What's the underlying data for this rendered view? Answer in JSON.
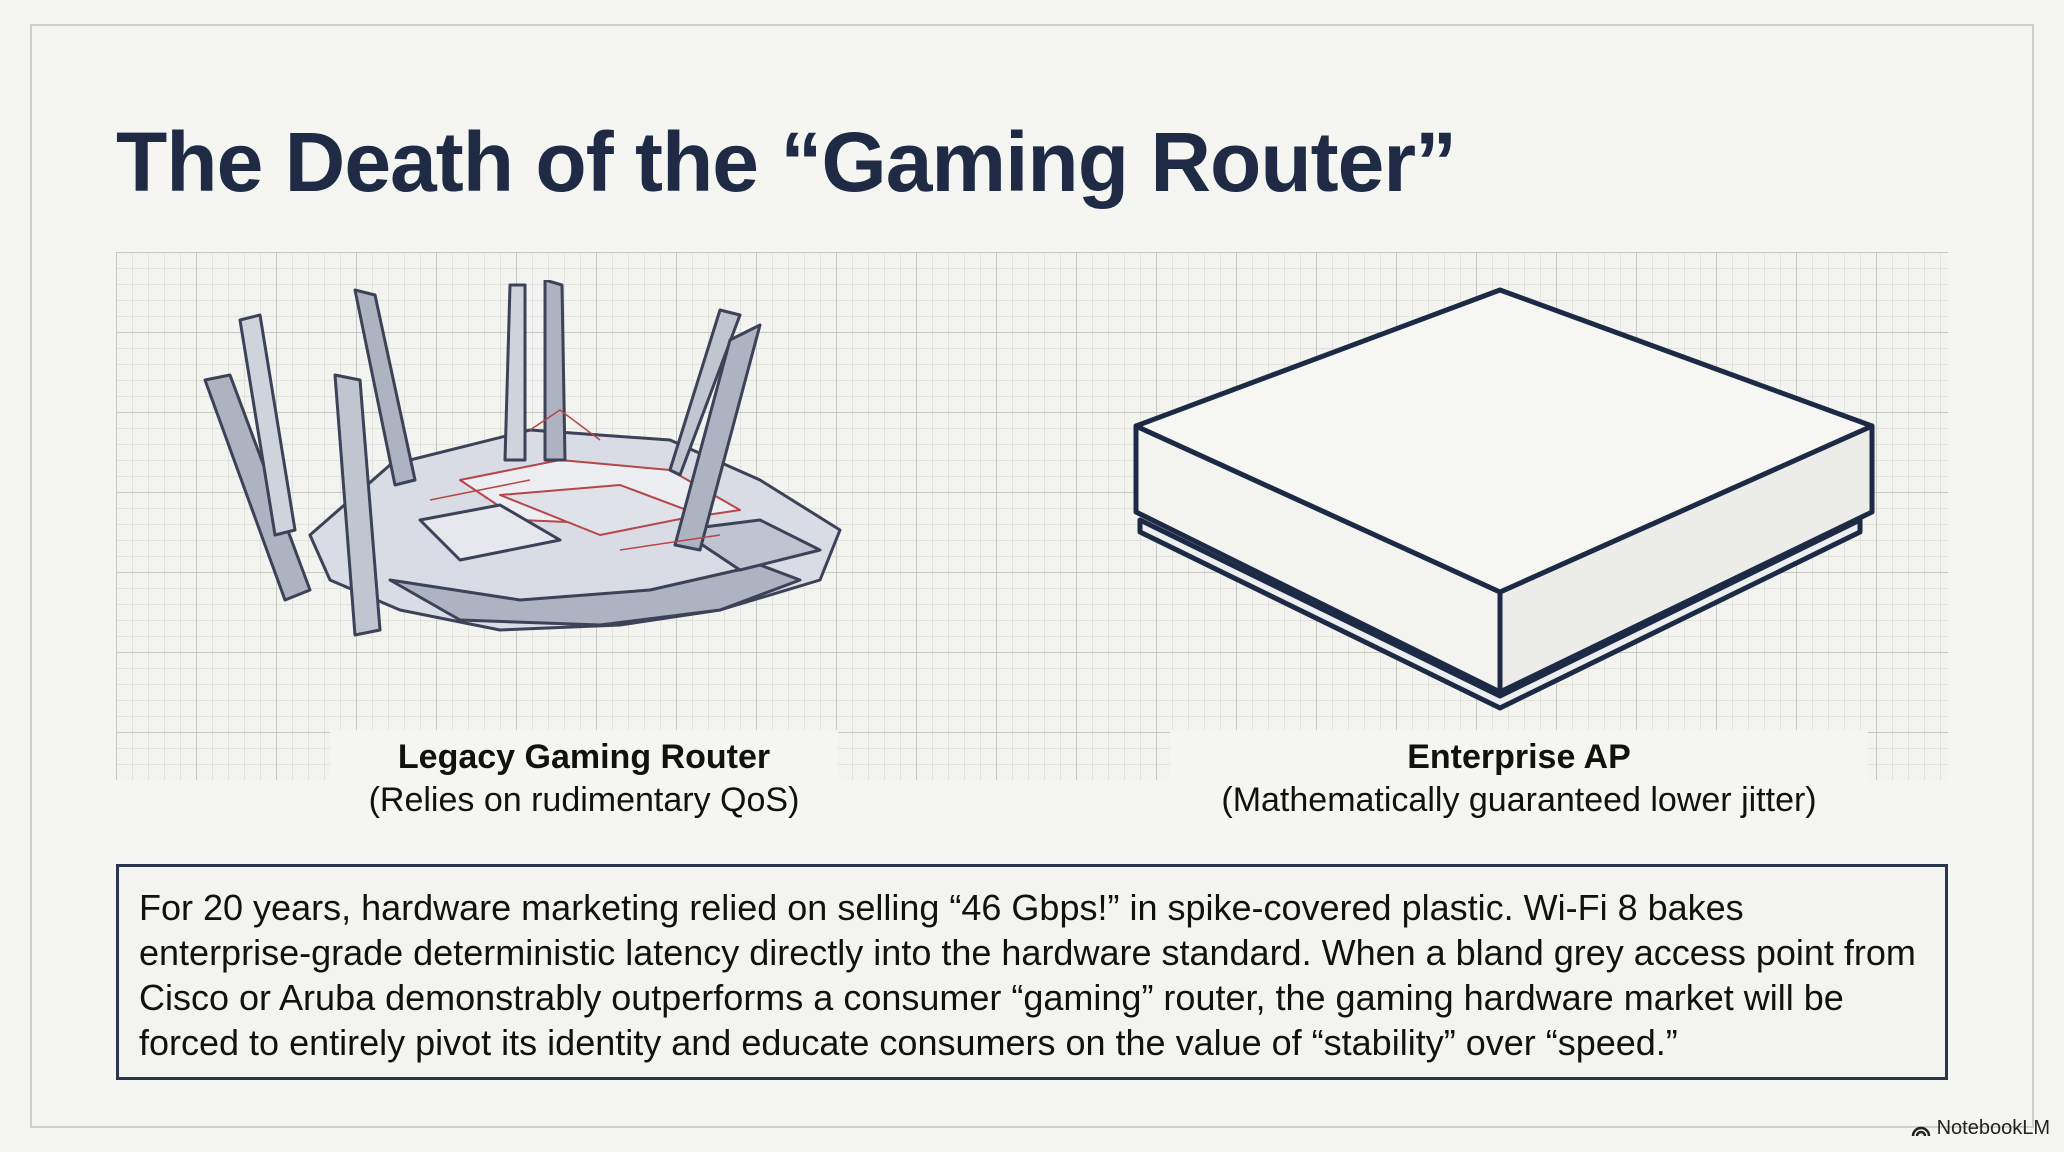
{
  "slide": {
    "title": "The Death of the “Gaming Router”",
    "left_caption": {
      "title": "Legacy Gaming Router",
      "subtitle": "(Relies on rudimentary QoS)"
    },
    "right_caption": {
      "title": "Enterprise AP",
      "subtitle": "(Mathematically guaranteed lower jitter)"
    },
    "body_text": "For 20 years, hardware marketing relied on selling “46 Gbps!” in spike-covered plastic. Wi-Fi 8 bakes enterprise-grade deterministic latency directly into the hardware standard. When a bland grey access point from Cisco or Aruba demonstrably outperforms a consumer “gaming” router, the gaming hardware market will be forced to entirely pivot its identity and educate consumers on the value of “stability” over “speed.”"
  },
  "brand": {
    "icon": "notebooklm-logo-icon",
    "label": "NotebookLM"
  },
  "colors": {
    "title": "#1f2b44",
    "outline": "#1c2a45",
    "router_accent": "#b5464a",
    "background": "#f5f5f1"
  }
}
